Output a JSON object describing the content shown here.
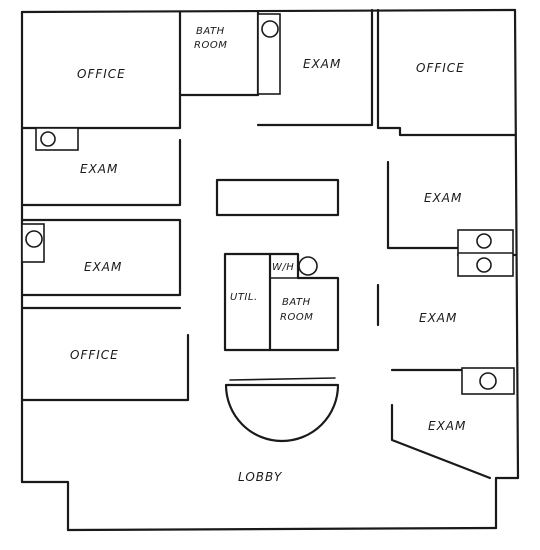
{
  "rooms": {
    "office_top_left": "OFFICE",
    "bath_top_line1": "BATH",
    "bath_top_line2": "ROOM",
    "exam_top_center": "EXAM",
    "office_top_right": "OFFICE",
    "exam_left_upper": "EXAM",
    "exam_left_middle": "EXAM",
    "office_left_lower": "OFFICE",
    "util": "UTIL.",
    "wh": "W/H",
    "bath_center_line1": "BATH",
    "bath_center_line2": "ROOM",
    "exam_right_upper": "EXAM",
    "exam_right_middle": "EXAM",
    "exam_right_lower": "EXAM",
    "lobby": "LOBBY"
  }
}
